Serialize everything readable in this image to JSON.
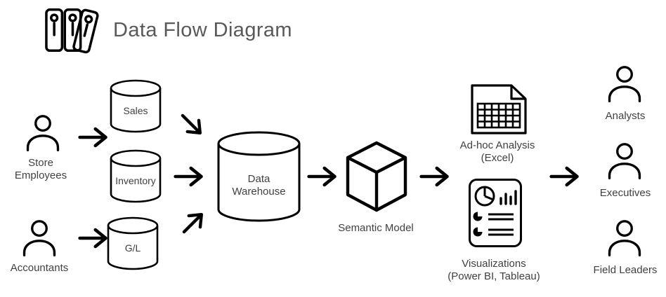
{
  "header": {
    "title": "Data Flow Diagram"
  },
  "colors": {
    "line": "#000000",
    "title_text": "#595959",
    "label_text": "#404040"
  },
  "icons": {
    "title": "binders-icon",
    "sources": "person-icon",
    "databases": "database-cylinder-icon",
    "warehouse": "database-cylinder-icon",
    "semantic_model": "cube-icon",
    "adhoc_analysis": "spreadsheet-grid-icon",
    "visualizations": "report-charts-icon",
    "consumers": "person-icon",
    "connectors": "arrow-right-icon"
  },
  "sources": [
    {
      "label": "Store Employees"
    },
    {
      "label": "Accountants"
    }
  ],
  "databases": [
    {
      "label": "Sales"
    },
    {
      "label": "Inventory"
    },
    {
      "label": "G/L"
    }
  ],
  "warehouse": {
    "label": "Data Warehouse"
  },
  "semantic_model": {
    "label": "Semantic Model"
  },
  "outputs": [
    {
      "line1": "Ad-hoc Analysis",
      "line2": "(Excel)"
    },
    {
      "line1": "Visualizations",
      "line2": "(Power BI, Tableau)"
    }
  ],
  "consumers": [
    {
      "label": "Analysts"
    },
    {
      "label": "Executives"
    },
    {
      "label": "Field Leaders"
    }
  ]
}
